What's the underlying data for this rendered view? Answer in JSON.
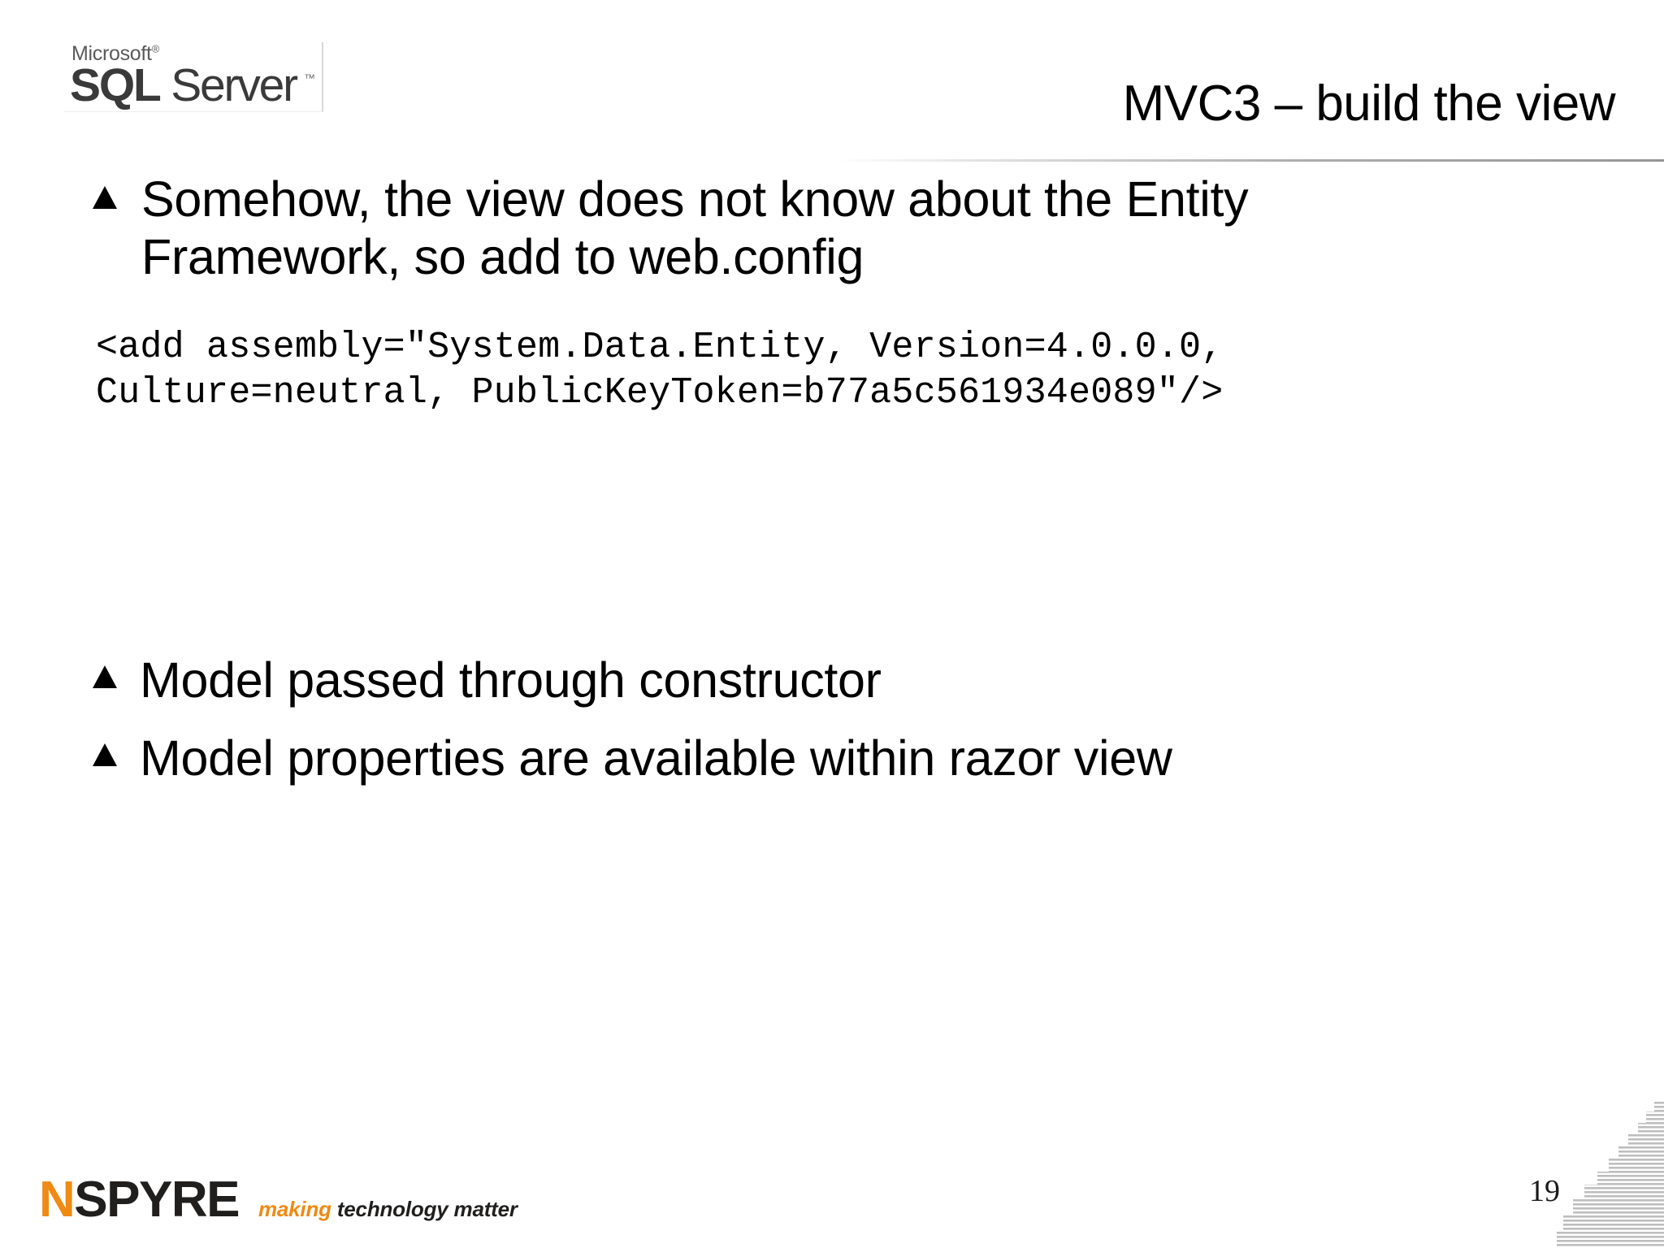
{
  "slide": {
    "title": "MVC3 – build the view",
    "page_number": "19"
  },
  "brand": {
    "microsoft": "Microsoft",
    "microsoft_tm": "®",
    "sql": "SQL",
    "server": " Server",
    "trademark": "™"
  },
  "content": {
    "bullets": [
      {
        "id": "entity",
        "marker": "▲",
        "text": "Somehow, the view does not know about the Entity Framework, so add to web.config"
      },
      {
        "id": "constructor",
        "marker": "▲",
        "text": "Model passed through constructor"
      },
      {
        "id": "properties",
        "marker": "▲",
        "text": "Model properties are available within razor view"
      }
    ],
    "code": {
      "line1": "<add assembly=\"System.Data.Entity, Version=4.0.0.0,",
      "line2": "Culture=neutral, PublicKeyToken=b77a5c561934e089\"/>"
    }
  },
  "footer": {
    "logo_n": "N",
    "logo_spyre": "SPYRE",
    "tagline_accent": "making",
    "tagline_rest": " technology matter"
  },
  "colors": {
    "accent_orange": "#ef8a14",
    "text_black": "#000000",
    "logo_dark": "#211f1e",
    "rule_gray": "#999999"
  }
}
